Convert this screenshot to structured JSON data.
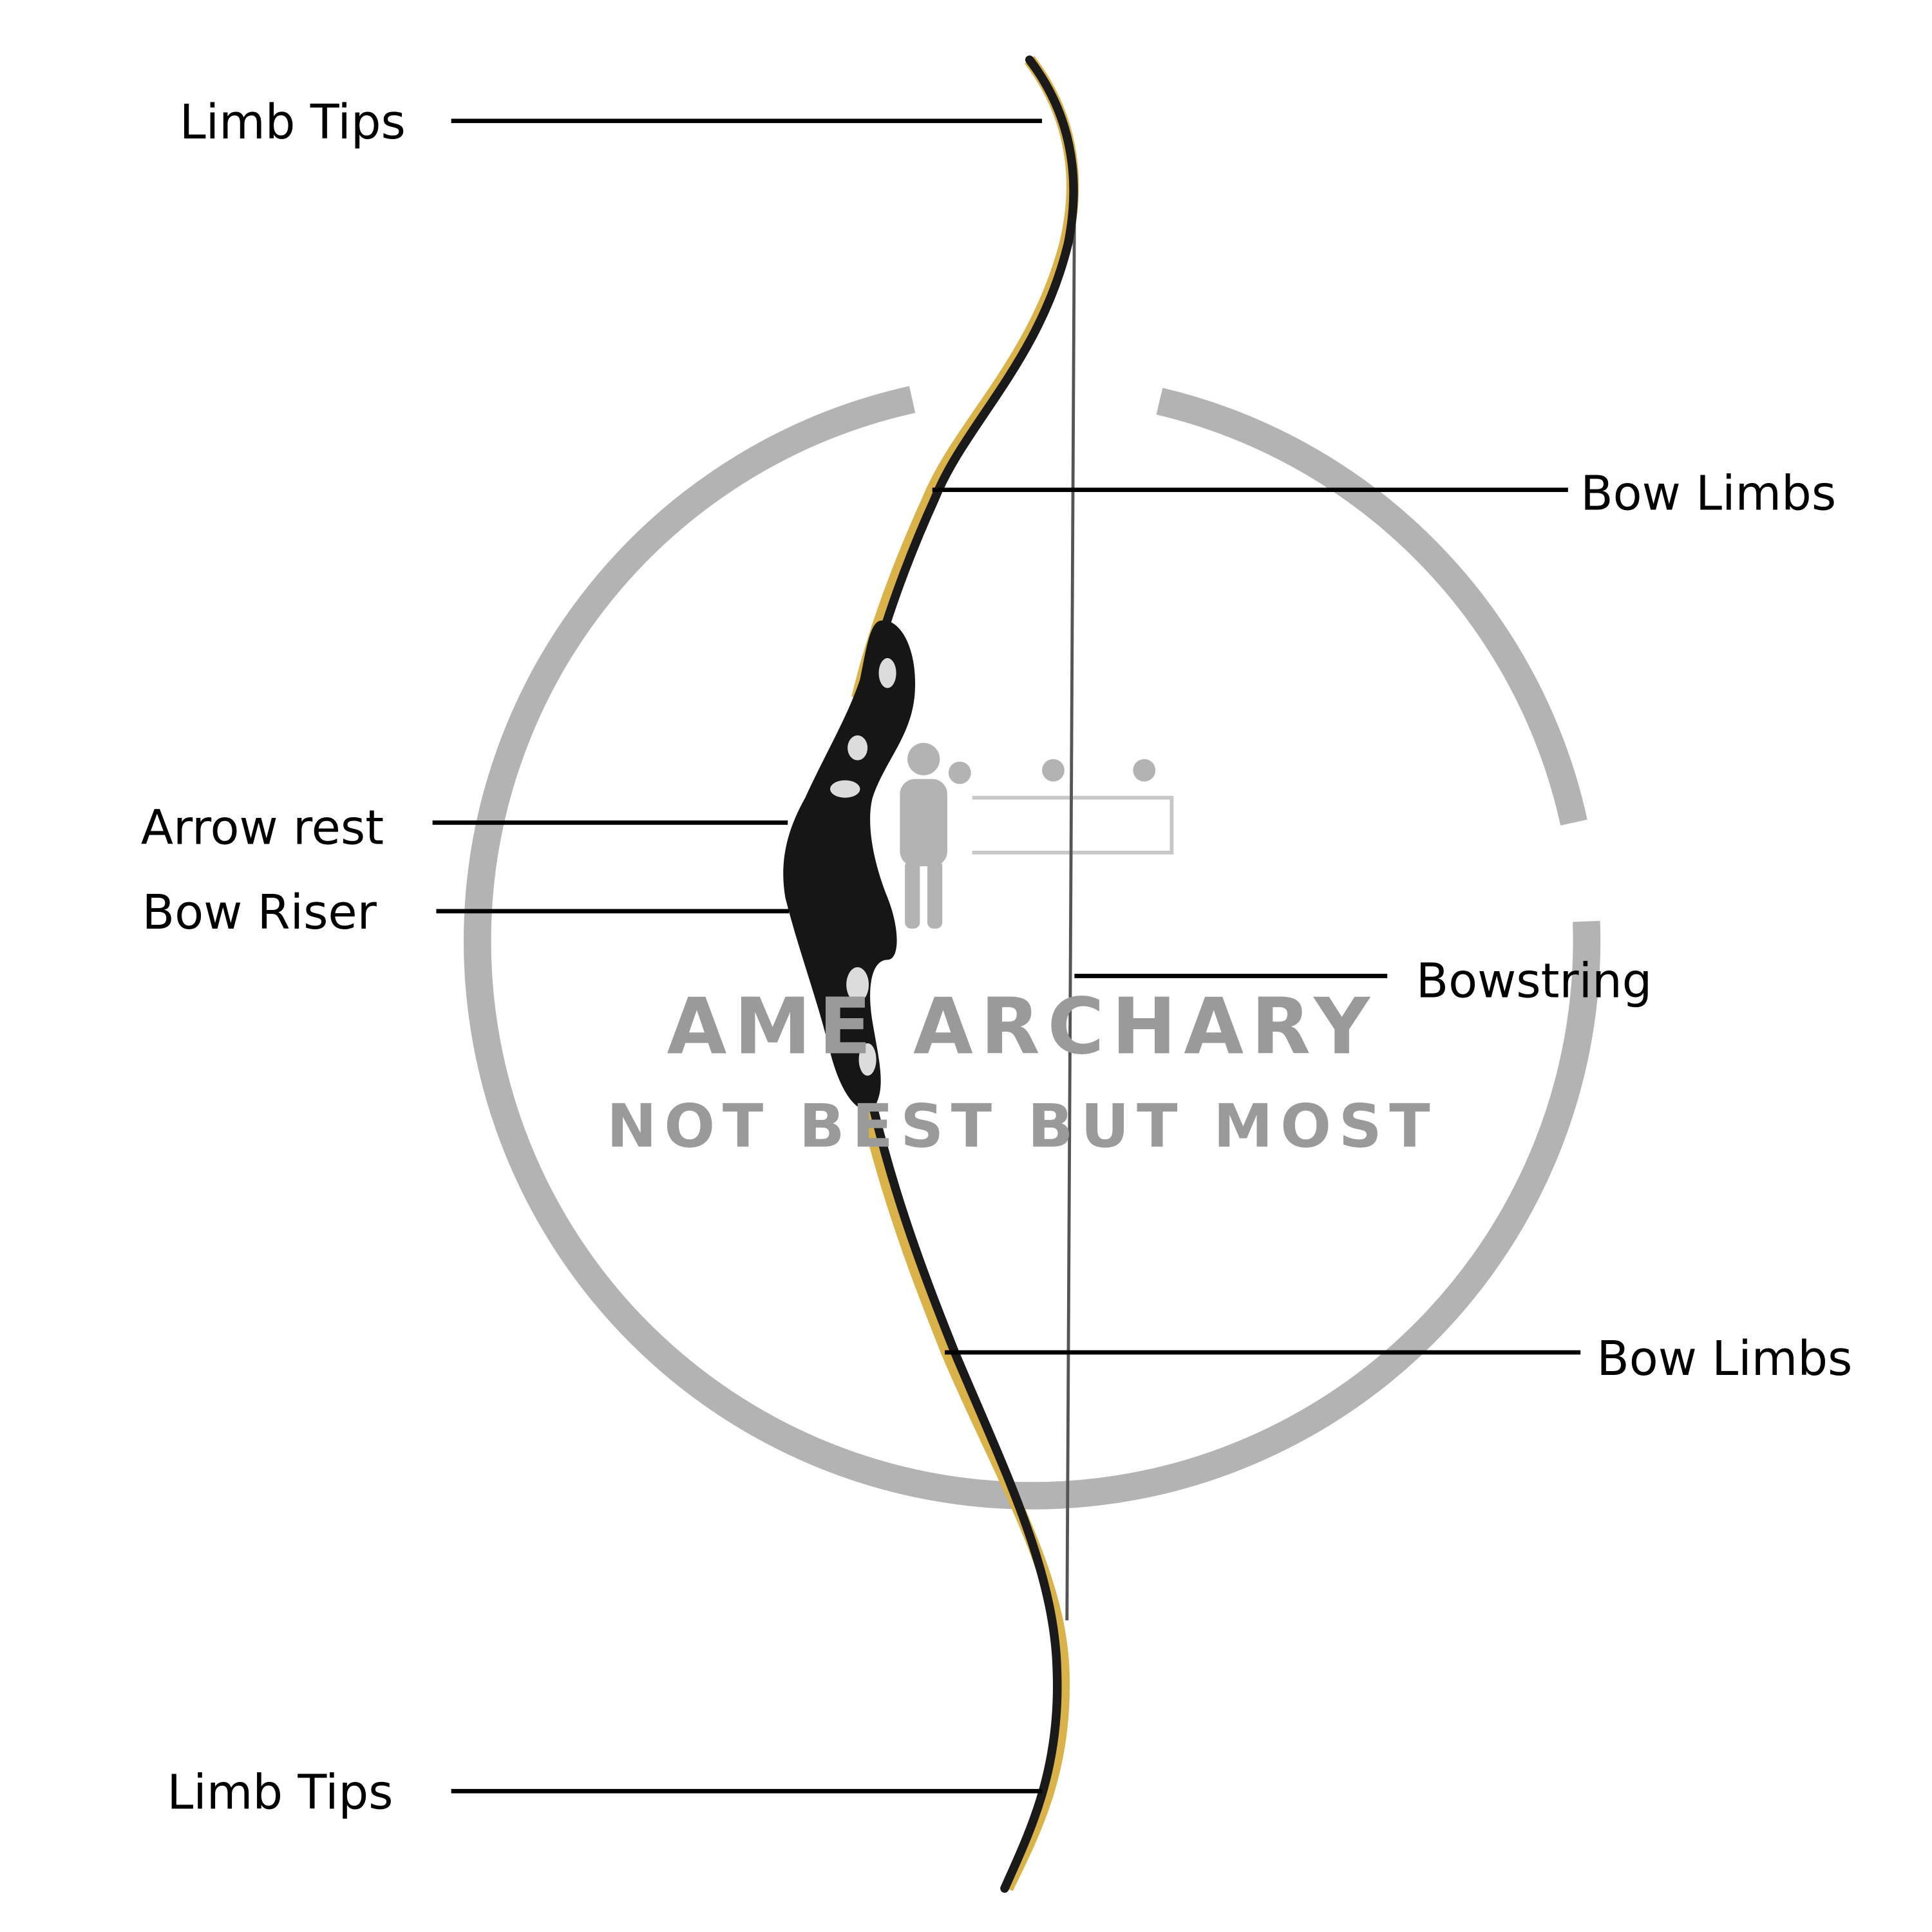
{
  "labels": {
    "limb_tips_top": "Limb Tips",
    "bow_limbs_top": "Bow Limbs",
    "arrow_rest": "Arrow rest",
    "bow_riser": "Bow Riser",
    "bowstring": "Bowstring",
    "bow_limbs_bottom": "Bow Limbs",
    "limb_tips_bottom": "Limb Tips"
  },
  "watermark": {
    "brand": "AME ARCHARY",
    "slogan": "NOT BEST BUT MOST"
  },
  "colors": {
    "limb_gold": "#d9b24a",
    "limb_black": "#1a1a1a",
    "watermark_gray": "#9a9a9a"
  }
}
